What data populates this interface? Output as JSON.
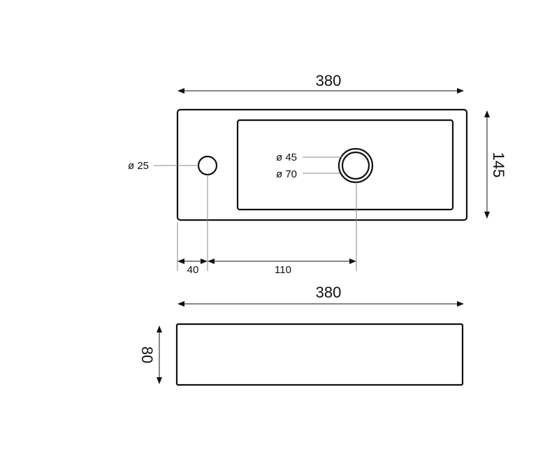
{
  "top_view": {
    "width_label": "380",
    "depth_label": "145",
    "tap_hole_label": "ø 25",
    "drain_inner_label": "ø 45",
    "drain_outer_label": "ø 70",
    "tap_offset_label": "40",
    "drain_offset_label": "110"
  },
  "side_view": {
    "width_label": "380",
    "height_label": "80"
  }
}
